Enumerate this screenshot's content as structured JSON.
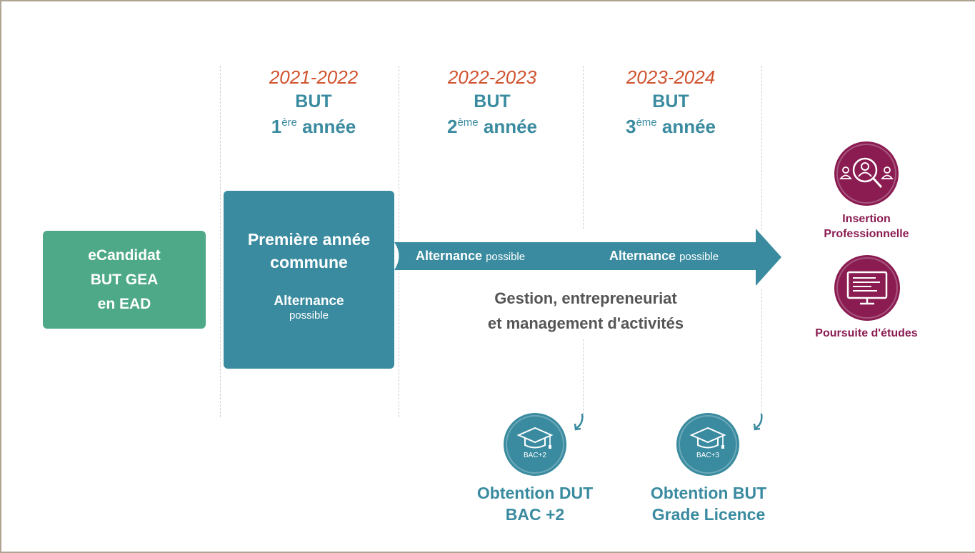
{
  "years": [
    {
      "period": "2021-2022",
      "program": "BUT",
      "num": "1",
      "sup": "ère",
      "word": "année"
    },
    {
      "period": "2022-2023",
      "program": "BUT",
      "num": "2",
      "sup": "ème",
      "word": "année"
    },
    {
      "period": "2023-2024",
      "program": "BUT",
      "num": "3",
      "sup": "ème",
      "word": "année"
    }
  ],
  "entry": {
    "lines": [
      "eCandidat",
      "BUT GEA",
      "en EAD"
    ]
  },
  "first_year": {
    "title_lines": [
      "Première année",
      "commune"
    ],
    "alternance": "Alternance",
    "possible": "possible"
  },
  "arrow": {
    "labels": [
      {
        "bold": "Alternance",
        "small": "possible"
      },
      {
        "bold": "Alternance",
        "small": "possible"
      }
    ]
  },
  "track": {
    "lines": [
      "Gestion, entrepreneuriat",
      "et management d'activités"
    ]
  },
  "outcomes": {
    "insertion": {
      "lines": [
        "Insertion",
        "Professionnelle"
      ],
      "icon": "people-search-icon"
    },
    "etudes": {
      "label": "Poursuite d'études",
      "icon": "monitor-icon"
    }
  },
  "diplomas": [
    {
      "badge": "BAC+2",
      "lines": [
        "Obtention DUT",
        "BAC +2"
      ],
      "icon": "graduation-cap-icon"
    },
    {
      "badge": "BAC+3",
      "lines": [
        "Obtention BUT",
        "Grade Licence"
      ],
      "icon": "graduation-cap-icon"
    }
  ],
  "colors": {
    "teal": "#3a8ba0",
    "green": "#4ea989",
    "orange": "#d0532f",
    "purple": "#8a1c52",
    "grey_text": "#555555"
  }
}
